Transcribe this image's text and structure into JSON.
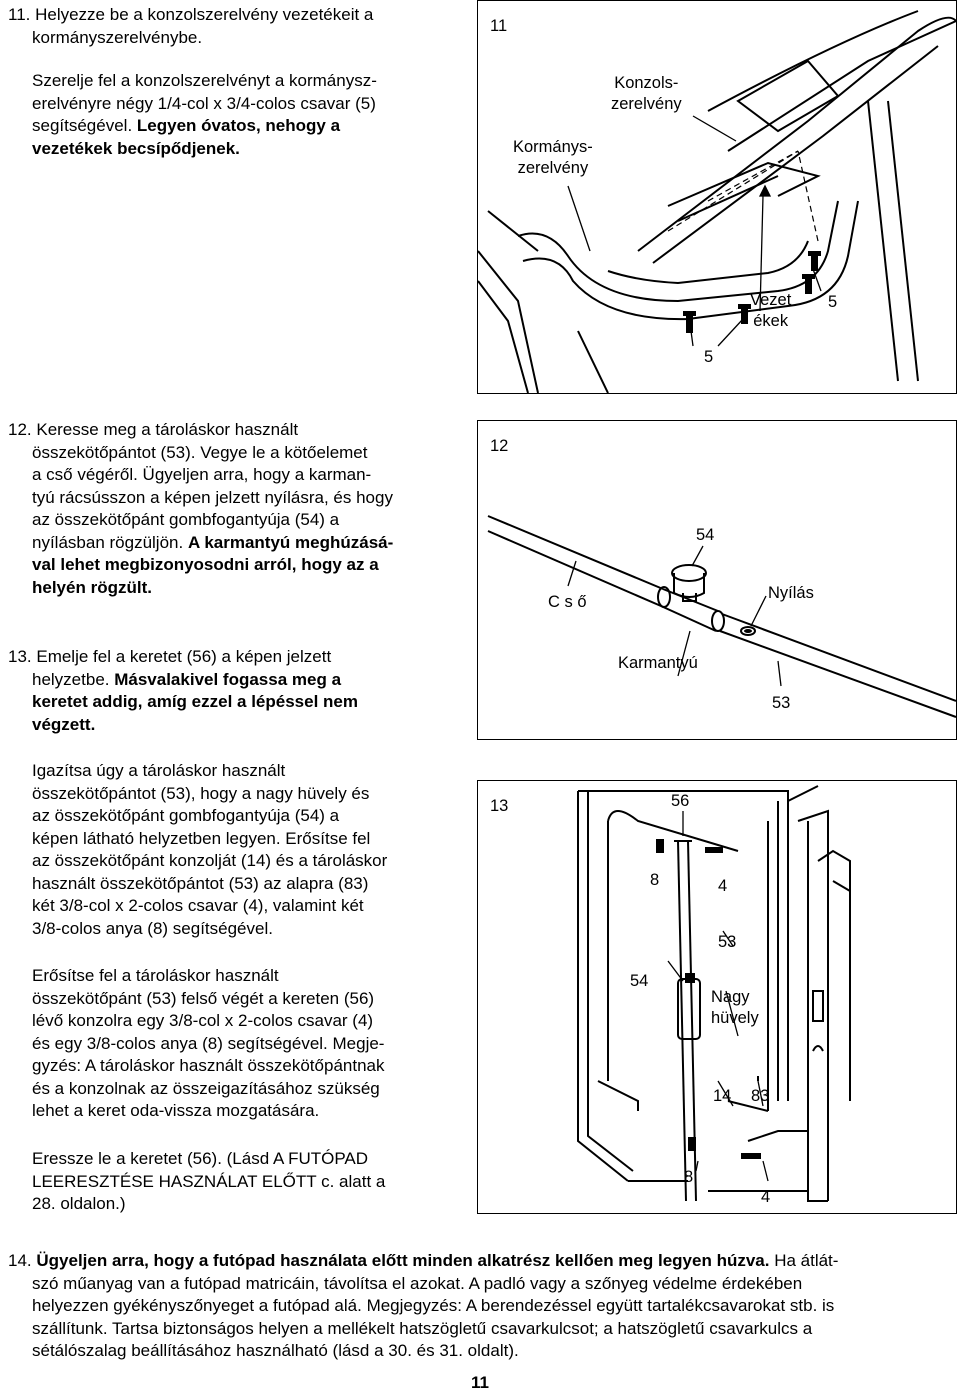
{
  "steps": {
    "s11": {
      "lines": [
        "11. Helyezze be a konzolszerelvény vezetékeit a",
        "kormányszerelvénybe."
      ],
      "p2": [
        "Szerelje fel a konzolszerelvényt a kormánysz-",
        "erelvényre négy 1/4-col x 3/4-colos csavar (5)",
        "segítségével."
      ],
      "p2_bold": [
        "Legyen óvatos, nehogy a",
        "vezetékek becsípődjenek."
      ]
    },
    "s12": {
      "lines": [
        "12. Keresse meg a tároláskor használt",
        "összekötőpántot (53). Vegye le a kötőelemet",
        "a cső végéről. Ügyeljen arra, hogy a karman-",
        "tyú rácsússzon a képen jelzett nyílásra, és hogy",
        "az összekötőpánt gombfogantyúja (54) a",
        "nyílásban rögzüljön."
      ],
      "bold": [
        "A karmantyú meghúzásá-",
        "val lehet megbizonyosodni arról, hogy az a",
        "helyén rögzült."
      ]
    },
    "s13": {
      "lines": [
        "13. Emelje fel a keretet (56) a képen jelzett",
        "helyzetbe."
      ],
      "bold": [
        "Másvalakivel fogassa meg a",
        "keretet addig, amíg ezzel a lépéssel nem",
        "végzett."
      ],
      "p2": [
        "Igazítsa úgy a tároláskor használt",
        "összekötőpántot (53), hogy a nagy hüvely és",
        "az összekötőpánt gombfogantyúja (54) a",
        "képen látható helyzetben legyen. Erősítse fel",
        "az összekötőpánt konzolját (14) és a tároláskor",
        "használt összekötőpántot (53) az alapra (83)",
        "két 3/8-col x 2-colos csavar (4), valamint két",
        "3/8-colos anya (8) segítségével."
      ],
      "p3": [
        "Erősítse fel a tároláskor használt",
        "összekötőpánt (53) felső végét a kereten (56)",
        "lévő konzolra egy 3/8-col x 2-colos csavar (4)",
        "és egy 3/8-colos anya (8) segítségével. Megje-",
        "gyzés: A tároláskor használt összekötőpántnak",
        "és a konzolnak az összeigazításához szükség",
        "lehet a keret oda-vissza mozgatására."
      ],
      "p4": [
        "Eressze le a keretet (56). (Lásd A FUTÓPAD",
        "LEERESZTÉSE HASZNÁLAT ELŐTT c. alatt a",
        "28. oldalon.)"
      ]
    },
    "s14": {
      "num": "14.",
      "bold": "Ügyeljen arra, hogy a futópad használata előtt minden alkatrész kellően meg legyen húzva.",
      "rest_first": " Ha átlát-",
      "lines": [
        "szó műanyag van a futópad matricáin, távolítsa el azokat. A padló vagy a szőnyeg védelme érdekében",
        "helyezzen gyékényszőnyeget a futópad alá. Megjegyzés: A berendezéssel együtt tartalékcsavarokat stb. is",
        "szállítunk. Tartsa biztonságos helyen a mellékelt hatszögletű csavarkulcsot; a hatszögletű csavarkulcs a",
        "sétálószalag beállításához használható (lásd a 30. és 31. oldalt)."
      ]
    }
  },
  "figures": {
    "f11": {
      "num": "11",
      "konzol": [
        "Konzols-",
        "zerelvény"
      ],
      "kormany": [
        "Kormánys-",
        "zerelvény"
      ],
      "vezet": [
        "Vezet",
        "ékek"
      ],
      "five_a": "5",
      "five_b": "5"
    },
    "f12": {
      "num": "12",
      "n54": "54",
      "cso": "C s ő",
      "nyilas": "Nyílás",
      "karmantyu": "Karmantyú",
      "n53": "53"
    },
    "f13": {
      "num": "13",
      "n56": "56",
      "n8a": "8",
      "n4a": "4",
      "n53": "53",
      "n54": "54",
      "nagy": [
        "Nagy",
        "hüvely"
      ],
      "n14": "14",
      "n83": "83",
      "n8b": "8",
      "n4b": "4"
    }
  },
  "page_number": "11"
}
